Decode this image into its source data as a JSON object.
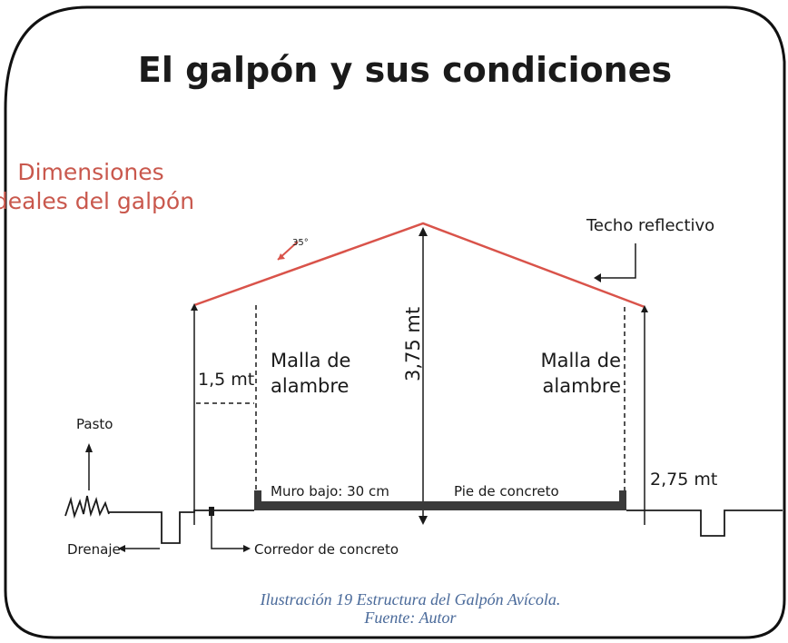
{
  "title": "El galpón y sus condiciones",
  "subtitle_line1": "Dimensiones",
  "subtitle_line2": "ideales del galpón",
  "labels": {
    "angle": "35°",
    "roof": "Techo reflectivo",
    "height_center": "3,75 mt",
    "mesh_left_1": "Malla de",
    "mesh_left_2": "alambre",
    "mesh_right_1": "Malla de",
    "mesh_right_2": "alambre",
    "wall_side": "1,5 mt",
    "grass": "Pasto",
    "low_wall": "Muro bajo: 30 cm",
    "concrete_foot": "Pie de concreto",
    "height_side": "2,75 mt",
    "drainage": "Drenaje",
    "corridor": "Corredor de concreto"
  },
  "caption": {
    "line1": "Ilustración 19  Estructura del Galpón Avícola.",
    "line2": "Fuente: Autor"
  },
  "colors": {
    "roof": "#d9534a",
    "subtitle": "#c9584d",
    "caption": "#4a6a9a",
    "ink": "#1a1a1a"
  }
}
